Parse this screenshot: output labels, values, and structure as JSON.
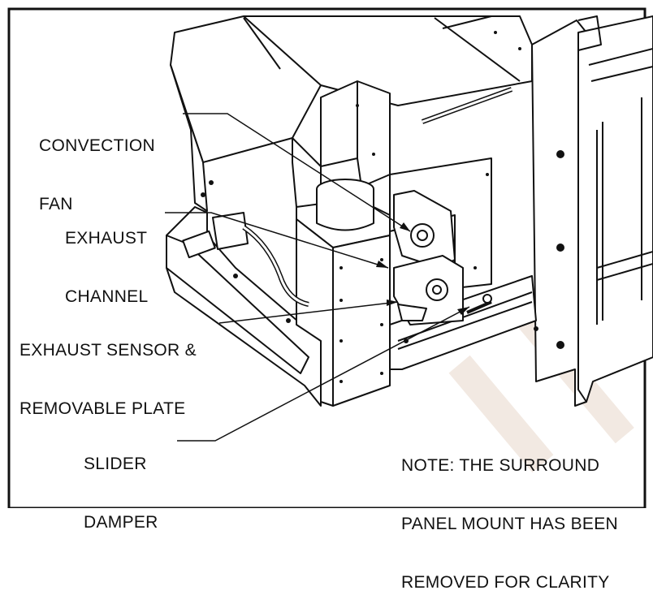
{
  "labels": {
    "convection_fan": [
      "CONVECTION",
      "FAN"
    ],
    "exhaust_channel": [
      "EXHAUST",
      "CHANNEL"
    ],
    "exhaust_sensor": [
      "EXHAUST SENSOR &",
      "REMOVABLE PLATE"
    ],
    "slider_damper": [
      "SLIDER",
      "DAMPER"
    ],
    "note": [
      "NOTE: THE SURROUND",
      "PANEL MOUNT HAS BEEN",
      "REMOVED FOR CLARITY"
    ]
  },
  "colors": {
    "line": "#111111",
    "paper": "#ffffff",
    "watermark": "#f1e7df"
  }
}
